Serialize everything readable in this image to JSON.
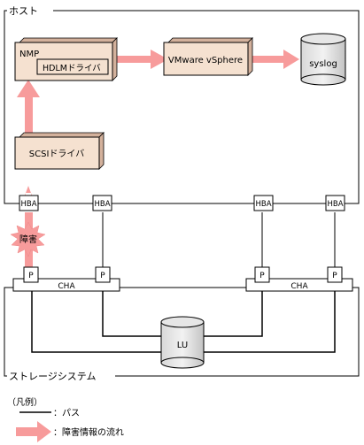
{
  "host": {
    "label": "ホスト"
  },
  "components": {
    "nmp": "NMP",
    "hdlm": "HDLMドライバ",
    "vmware": "VMware vSphere",
    "syslog": "syslog",
    "scsi": "SCSIドライバ"
  },
  "hba_label": "HBA",
  "fault_label": "障害",
  "port_label": "P",
  "cha_label": "CHA",
  "lu_label": "LU",
  "storage": {
    "label": "ストレージシステム"
  },
  "legend": {
    "title": "（凡例）",
    "path": "：パス",
    "fault_flow": "：障害情報の流れ"
  },
  "colors": {
    "box_fill": "#f5e1d0",
    "box_shadow": "#d3b19c",
    "arrow": "#f79b9b",
    "line": "#000000"
  }
}
